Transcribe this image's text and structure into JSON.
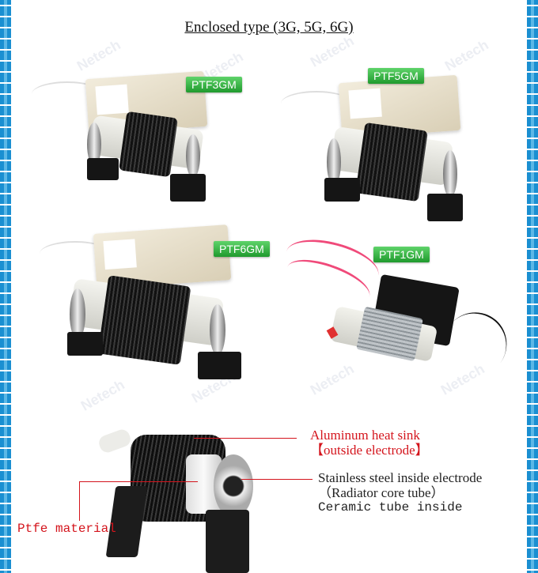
{
  "title": "Enclosed type (3G, 5G, 6G)",
  "watermark": "Netech",
  "products": [
    {
      "model": "PTF3GM"
    },
    {
      "model": "PTF5GM"
    },
    {
      "model": "PTF6GM"
    },
    {
      "model": "PTF1GM"
    }
  ],
  "callouts": {
    "heat_sink_line1": "Aluminum heat sink",
    "heat_sink_line2": "【outside electrode】",
    "inner_line1": "Stainless steel inside electrode",
    "inner_line2": "（Radiator core tube）",
    "inner_line3": "Ceramic tube inside",
    "ptfe": "Ptfe material"
  },
  "colors": {
    "border": "#1a8fd1",
    "badge": "#2faa3c",
    "callout_red": "#d4141c"
  }
}
